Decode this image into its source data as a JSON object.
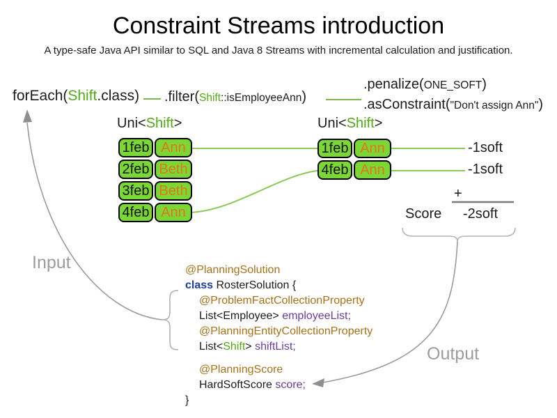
{
  "title": "Constraint Streams introduction",
  "subtitle": "A type-safe Java API similar to SQL and Java 8 Streams with incremental calculation and justification.",
  "pipeline": {
    "foreach_pre": "forEach(",
    "foreach_type": "Shift",
    "foreach_post": ".class)",
    "filter_pre": ".filter(",
    "filter_type": "Shift",
    "filter_method": "::isEmployeeAnn",
    "filter_post": ")",
    "penalize_pre": ".penalize(",
    "penalize_arg": "ONE_SOFT",
    "penalize_post": ")",
    "asconstraint_pre": ".asConstraint(",
    "asconstraint_arg": "\"Don't assign Ann\"",
    "asconstraint_post": ")"
  },
  "left_stream": {
    "type_pre": "Uni<",
    "type_name": "Shift",
    "type_post": ">",
    "rows": [
      {
        "date": "1feb",
        "employee": "Ann"
      },
      {
        "date": "2feb",
        "employee": "Beth"
      },
      {
        "date": "3feb",
        "employee": "Beth"
      },
      {
        "date": "4feb",
        "employee": "Ann"
      }
    ]
  },
  "right_stream": {
    "type_pre": "Uni<",
    "type_name": "Shift",
    "type_post": ">",
    "rows": [
      {
        "date": "1feb",
        "employee": "Ann"
      },
      {
        "date": "4feb",
        "employee": "Ann"
      }
    ],
    "penalties": [
      "-1soft",
      "-1soft"
    ]
  },
  "score_panel": {
    "plus": "+",
    "label": "Score",
    "value": "-2soft"
  },
  "flow_labels": {
    "input": "Input",
    "output": "Output"
  },
  "code": {
    "l1": "@PlanningSolution",
    "l2_kw": "class ",
    "l2_rest": "RosterSolution {",
    "l3": "@ProblemFactCollectionProperty",
    "l4_plain": "List<Employee> ",
    "l4_field": "employeeList;",
    "l5": "@PlanningEntityCollectionProperty",
    "l6_pre": "List<",
    "l6_type": "Shift",
    "l6_mid": "> ",
    "l6_field": "shiftList;",
    "l7": "@PlanningScore",
    "l8_plain": "HardSoftScore ",
    "l8_field": "score;",
    "l9": "}"
  },
  "colors": {
    "type_green": "#55a617",
    "box_green": "#7bd735",
    "employee_orange": "#e2761b",
    "connector_green": "#8cc858",
    "annotation_gold": "#a5721c",
    "keyword_blue": "#1c3e9b",
    "field_purple": "#6a3d9a",
    "arrow_gray": "#9a9a9a"
  }
}
